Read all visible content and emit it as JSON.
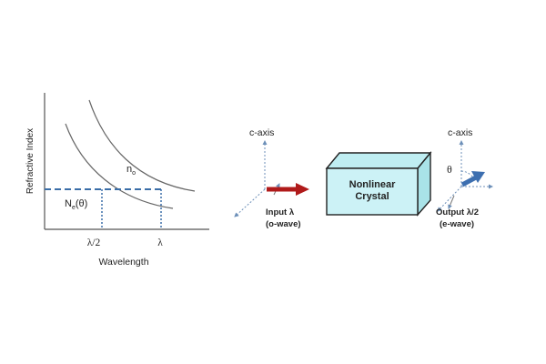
{
  "graph": {
    "y_axis_label": "Refractive Index",
    "x_axis_label": "Wavelength",
    "curve_o_base": "n",
    "curve_o_sub": "o",
    "curve_e_base": "N",
    "curve_e_sub": "e",
    "curve_e_arg": "(θ)",
    "tick_half": "λ/2",
    "tick_full": "λ"
  },
  "input_axes": {
    "c_axis_label": "c-axis",
    "caption_line1": "Input λ",
    "caption_line2": "(o-wave)"
  },
  "crystal": {
    "label_line1": "Nonlinear",
    "label_line2": "Crystal"
  },
  "output_axes": {
    "c_axis_label": "c-axis",
    "theta_label": "θ",
    "caption_line1": "Output λ/2",
    "caption_line2": "(e-wave)"
  },
  "colors": {
    "crystal_face": "#ccf2f6",
    "crystal_edge": "#222222",
    "input_arrow": "#b01a1a",
    "output_arrow": "#3d6fb0",
    "dotted_guides": "#3b6ea8"
  }
}
